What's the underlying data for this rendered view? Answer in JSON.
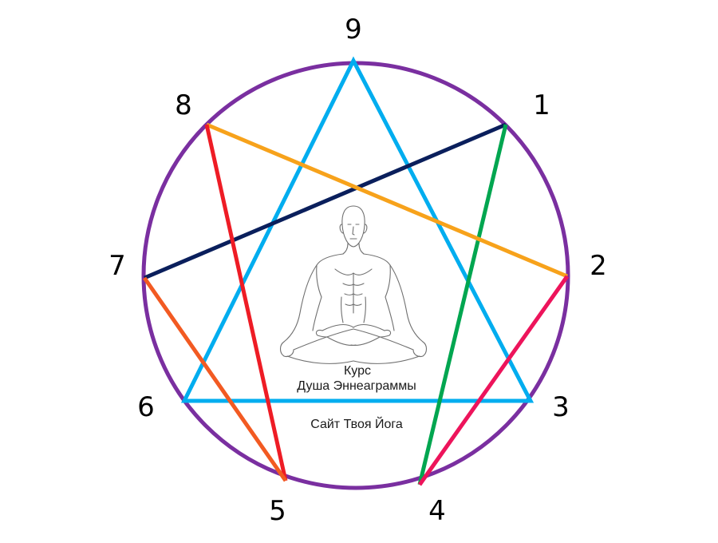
{
  "points": [
    {
      "label": "9"
    },
    {
      "label": "1"
    },
    {
      "label": "2"
    },
    {
      "label": "3"
    },
    {
      "label": "4"
    },
    {
      "label": "5"
    },
    {
      "label": "6"
    },
    {
      "label": "7"
    },
    {
      "label": "8"
    }
  ],
  "colors": {
    "circle": "#7a2fa0",
    "triangle": "#00adef",
    "line_1_7": "#0a1f5c",
    "line_1_4": "#00a650",
    "line_8_2": "#f7a21b",
    "line_8_5": "#ee1c25",
    "line_2_4": "#ed145b",
    "line_7_5": "#f25a22"
  },
  "figure": {
    "icon": "meditating-person-icon"
  },
  "captions": {
    "line1": "Курс",
    "line2": "Душа Эннеаграммы",
    "line3": "Сайт Твоя Йога"
  }
}
